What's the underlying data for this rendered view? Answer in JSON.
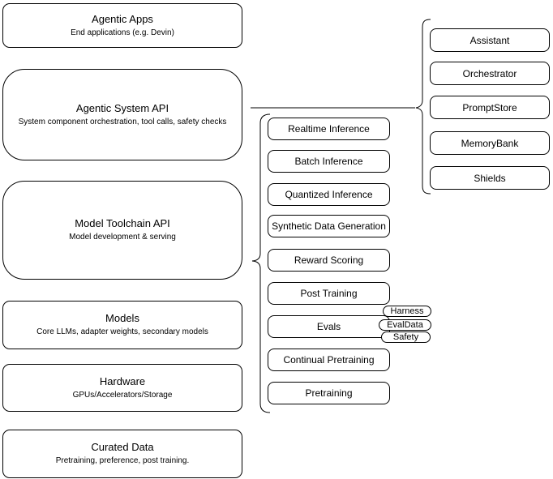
{
  "diagram": {
    "layers": [
      {
        "title": "Agentic Apps",
        "subtitle": "End applications (e.g. Devin)"
      },
      {
        "title": "Agentic System API",
        "subtitle": "System component orchestration, tool calls, safety checks"
      },
      {
        "title": "Model Toolchain API",
        "subtitle": "Model development & serving"
      },
      {
        "title": "Models",
        "subtitle": "Core LLMs, adapter weights, secondary models"
      },
      {
        "title": "Hardware",
        "subtitle": "GPUs/Accelerators/Storage"
      },
      {
        "title": "Curated Data",
        "subtitle": "Pretraining, preference, post training."
      }
    ],
    "toolchain_items": [
      "Realtime Inference",
      "Batch Inference",
      "Quantized Inference",
      "Synthetic Data Generation",
      "Reward Scoring",
      "Post Training",
      "Evals",
      "Continual Pretraining",
      "Pretraining"
    ],
    "evals_tags": [
      "Harness",
      "EvalData",
      "Safety"
    ],
    "agentic_components": [
      "Assistant",
      "Orchestrator",
      "PromptStore",
      "MemoryBank",
      "Shields"
    ],
    "colors": {
      "stroke": "#000000",
      "fill": "#ffffff",
      "text": "#000000",
      "background": "#ffffff"
    }
  }
}
